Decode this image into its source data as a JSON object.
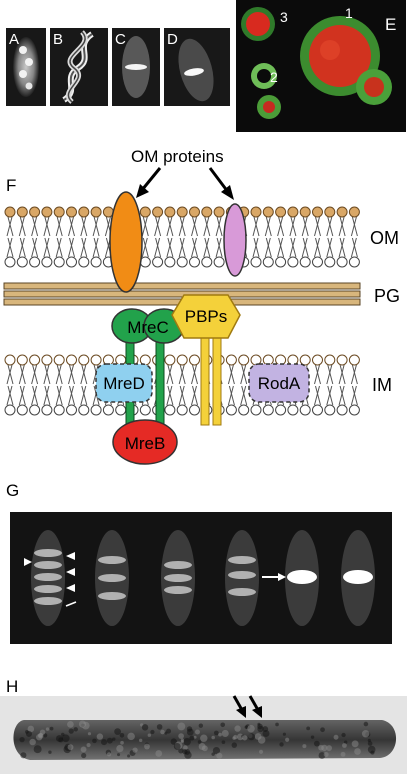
{
  "panels": {
    "A": {
      "label": "A"
    },
    "B": {
      "label": "B"
    },
    "C": {
      "label": "C"
    },
    "D": {
      "label": "D"
    },
    "E": {
      "label": "E",
      "cell_numbers": [
        "3",
        "1",
        "2"
      ]
    },
    "F": {
      "label": "F",
      "om_proteins_label": "OM proteins",
      "layer_labels": {
        "om": "OM",
        "pg": "PG",
        "im": "IM"
      },
      "proteins": {
        "mrec": "MreC",
        "pbps": "PBPs",
        "mred": "MreD",
        "roda": "RodA",
        "mreb": "MreB"
      }
    },
    "G": {
      "label": "G"
    },
    "H": {
      "label": "H"
    }
  },
  "colors": {
    "head": "#d9a766",
    "om_protein_1": "#f18c15",
    "om_protein_2": "#d89ad8",
    "mrec": "#22a24b",
    "pbps": "#f4d13a",
    "mred": "#8fd0ef",
    "roda": "#c2b3e2",
    "mreb": "#e52a25",
    "peptidoglycan": "#c9a46a"
  }
}
